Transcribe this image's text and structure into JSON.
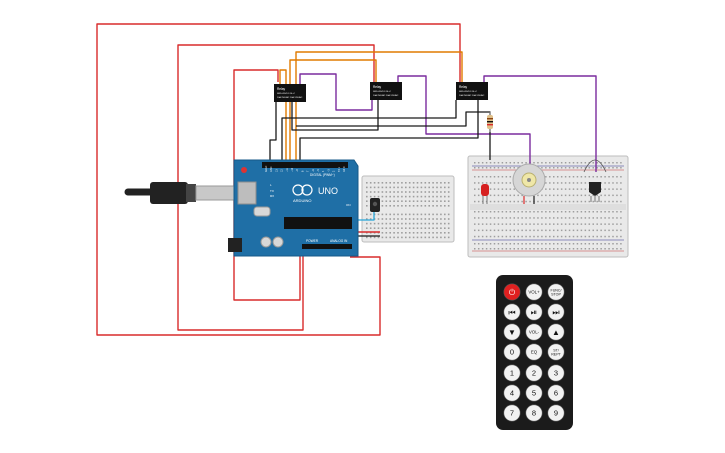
{
  "arduino": {
    "brand": "ARDUINO",
    "model": "UNO",
    "digital_label": "DIGITAL (PWM~)",
    "analog_label": "ANALOG IN",
    "power_label": "POWER",
    "tx_label": "TX",
    "rx_label": "RX",
    "l_label": "L",
    "on_label": "ON",
    "pin_labels": [
      "AREF",
      "GND",
      "13",
      "12",
      "~11",
      "~10",
      "~9",
      "8",
      "7",
      "~6",
      "~5",
      "4",
      "~3",
      "2",
      "TX 1",
      "RX 0"
    ]
  },
  "relays": [
    {
      "label": "Relay",
      "line1": "SRD-05VDC-SL-C",
      "line2": "10A 250VAC 10A 125VAC"
    },
    {
      "label": "Relay",
      "line1": "SRD-05VDC-SL-C",
      "line2": "10A 250VAC 10A 125VAC"
    },
    {
      "label": "Relay",
      "line1": "SRD-05VDC-SL-C",
      "line2": "10A 250VAC 10A 125VAC"
    }
  ],
  "remote": {
    "buttons": [
      {
        "label": "⏻",
        "kind": "power"
      },
      {
        "label": "VOL+",
        "kind": "text"
      },
      {
        "label": "FUNC/\nSTOP",
        "kind": "text"
      },
      {
        "label": "⏮",
        "kind": "icon"
      },
      {
        "label": "⏯",
        "kind": "icon"
      },
      {
        "label": "⏭",
        "kind": "icon"
      },
      {
        "label": "▼",
        "kind": "icon"
      },
      {
        "label": "VOL-",
        "kind": "text"
      },
      {
        "label": "▲",
        "kind": "icon"
      },
      {
        "label": "0",
        "kind": "num"
      },
      {
        "label": "EQ",
        "kind": "text"
      },
      {
        "label": "ST/\nREPT",
        "kind": "text"
      },
      {
        "label": "1",
        "kind": "num"
      },
      {
        "label": "2",
        "kind": "num"
      },
      {
        "label": "3",
        "kind": "num"
      },
      {
        "label": "4",
        "kind": "num"
      },
      {
        "label": "5",
        "kind": "num"
      },
      {
        "label": "6",
        "kind": "num"
      },
      {
        "label": "7",
        "kind": "num"
      },
      {
        "label": "8",
        "kind": "num"
      },
      {
        "label": "9",
        "kind": "num"
      }
    ]
  },
  "colors": {
    "wire_red": "#d92b2b",
    "wire_black": "#1a1a1a",
    "wire_orange": "#e07b00",
    "wire_purple": "#7a2c9e",
    "wire_cyan": "#27a6d9",
    "arduino_blue": "#1f6fa6",
    "breadboard": "#e6e6e6",
    "remote_body": "#1b1b1b",
    "power_button": "#e02020"
  }
}
